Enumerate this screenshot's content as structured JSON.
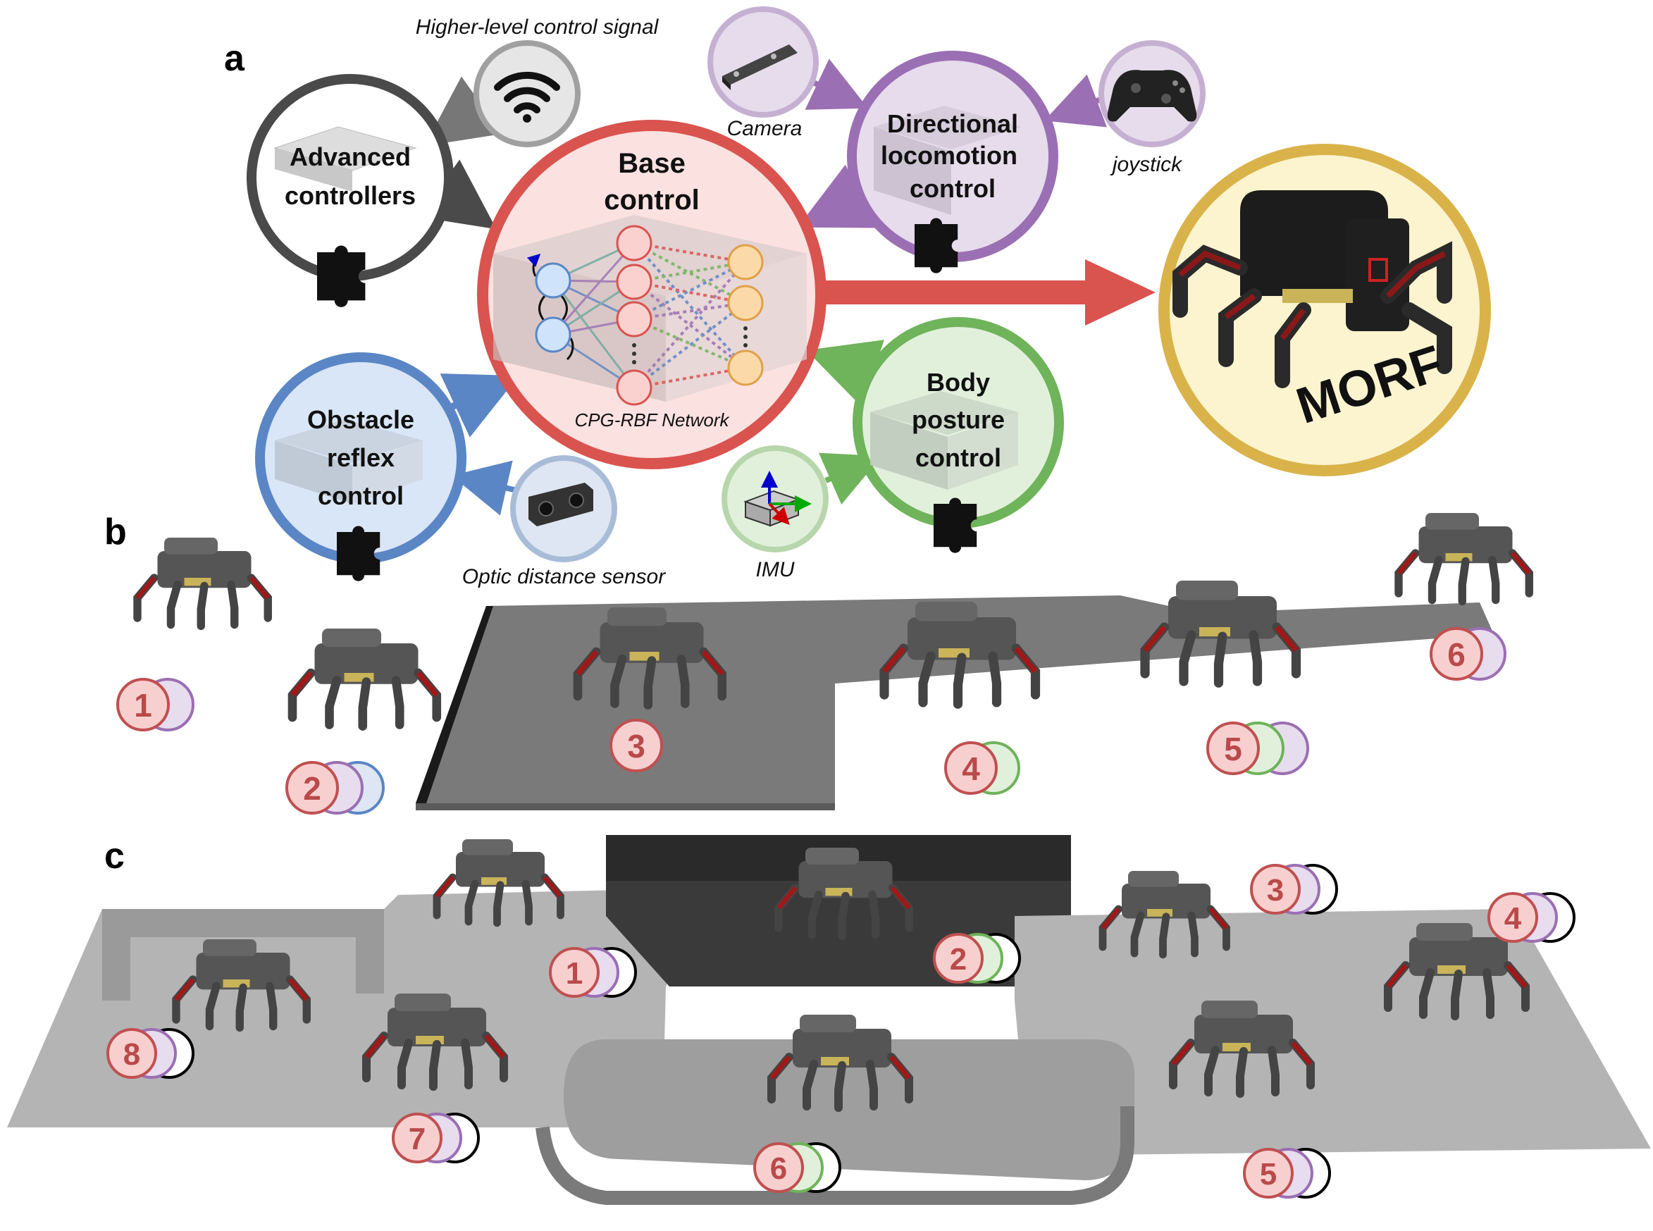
{
  "panels": {
    "a": "a",
    "b": "b",
    "c": "c"
  },
  "modules": {
    "advanced": [
      "Advanced",
      "controllers"
    ],
    "base": [
      "Base",
      "control"
    ],
    "directional": [
      "Directional",
      "locomotion",
      "control"
    ],
    "obstacle": [
      "Obstacle",
      "reflex",
      "control"
    ],
    "posture": [
      "Body",
      "posture",
      "control"
    ]
  },
  "network_label": "CPG-RBF Network",
  "sensors": {
    "wifi": "Higher-level control signal",
    "camera": "Camera",
    "joystick": "joystick",
    "optic": "Optic distance sensor",
    "imu": "IMU"
  },
  "robot_name": "MORF",
  "colors": {
    "advanced": "#4a4a4a",
    "base": "#d9534f",
    "directional": "#9b6fb3",
    "obstacle": "#5b86c5",
    "posture": "#6fb35a",
    "morf": "#d9b34a"
  },
  "badges_b": [
    "1",
    "2",
    "3",
    "4",
    "5",
    "6"
  ],
  "badges_c": [
    "1",
    "2",
    "3",
    "4",
    "5",
    "6",
    "7",
    "8"
  ]
}
